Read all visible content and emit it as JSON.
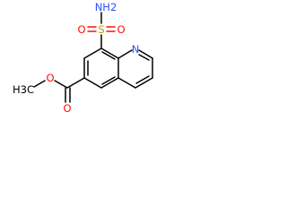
{
  "molecule": {
    "labels": {
      "nh2": "NH2",
      "s": "S",
      "o_left": "O",
      "o_right": "O",
      "n_ring": "N",
      "o_carbonyl": "O",
      "o_ester": "O",
      "ch3": "H3C"
    },
    "colors": {
      "bond": "#000000",
      "oxygen": "#ff0d0d",
      "nitrogen": "#3050f8",
      "sulfur": "#b3a000"
    }
  }
}
